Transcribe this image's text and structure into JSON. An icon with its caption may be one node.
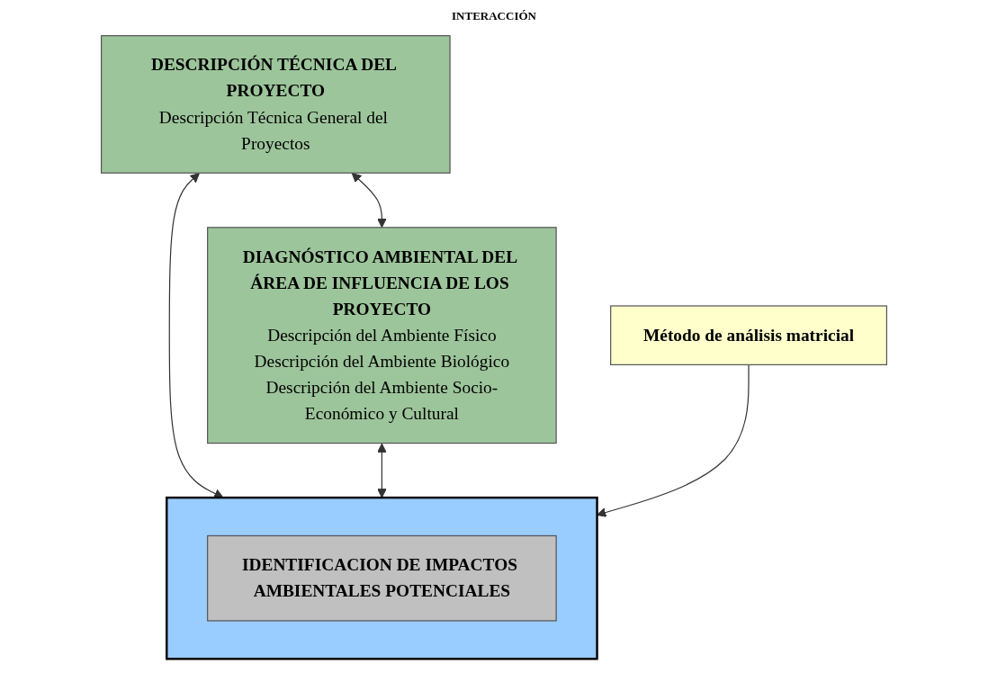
{
  "diagram": {
    "nodes": [
      {
        "text": [
          "DESCRIPCIÓN TÉCNICA DEL PROYECTO",
          "Descripción Técnica General del Proyectos"
        ]
      },
      {
        "text": [
          "DIAGNÓSTICO AMBIENTAL DEL ÁREA DE INFLUENCIA DE LOS PROYECTO",
          "Descripción del Ambiente Físico",
          "Descripción del Ambiente Biológico",
          "Descripción del Ambiente Socio-Económico y Cultural"
        ]
      },
      {
        "text": [],
        "shape": "box"
      },
      {
        "text": [
          "IDENTIFICACION DE IMPACTOS AMBIENTALES POTENCIALES"
        ],
        "in": 2
      },
      {
        "text": [
          "Método de análisis matricial"
        ]
      }
    ],
    "edges": [
      {
        "from": 0,
        "to": 1,
        "arrow": "both"
      },
      {
        "from": 0,
        "to": 2,
        "arrow": "both"
      },
      {
        "from": 1,
        "to": 2,
        "arrow": "both"
      },
      {
        "from": 4,
        "to": 2,
        "arrow": "to"
      }
    ],
    "labels": [
      "INTERACCIÓN"
    ]
  }
}
